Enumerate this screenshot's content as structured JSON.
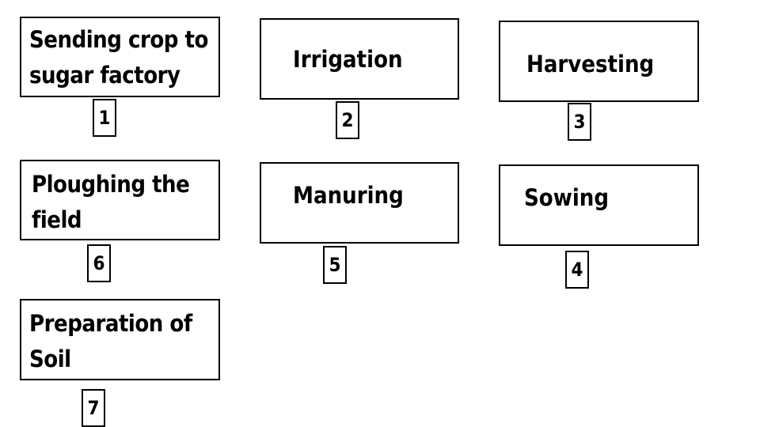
{
  "steps": [
    {
      "label_line1": "Sending crop to",
      "label_line2": "sugar factory",
      "number": "1"
    },
    {
      "label_line1": "Irrigation",
      "number": "2"
    },
    {
      "label_line1": "Harvesting",
      "number": "3"
    },
    {
      "label_line1": "Ploughing the",
      "label_line2": "field",
      "number": "6"
    },
    {
      "label_line1": "Manuring",
      "number": "5"
    },
    {
      "label_line1": "Sowing",
      "number": "4"
    },
    {
      "label_line1": "Preparation of",
      "label_line2": "Soil",
      "number": "7"
    }
  ]
}
